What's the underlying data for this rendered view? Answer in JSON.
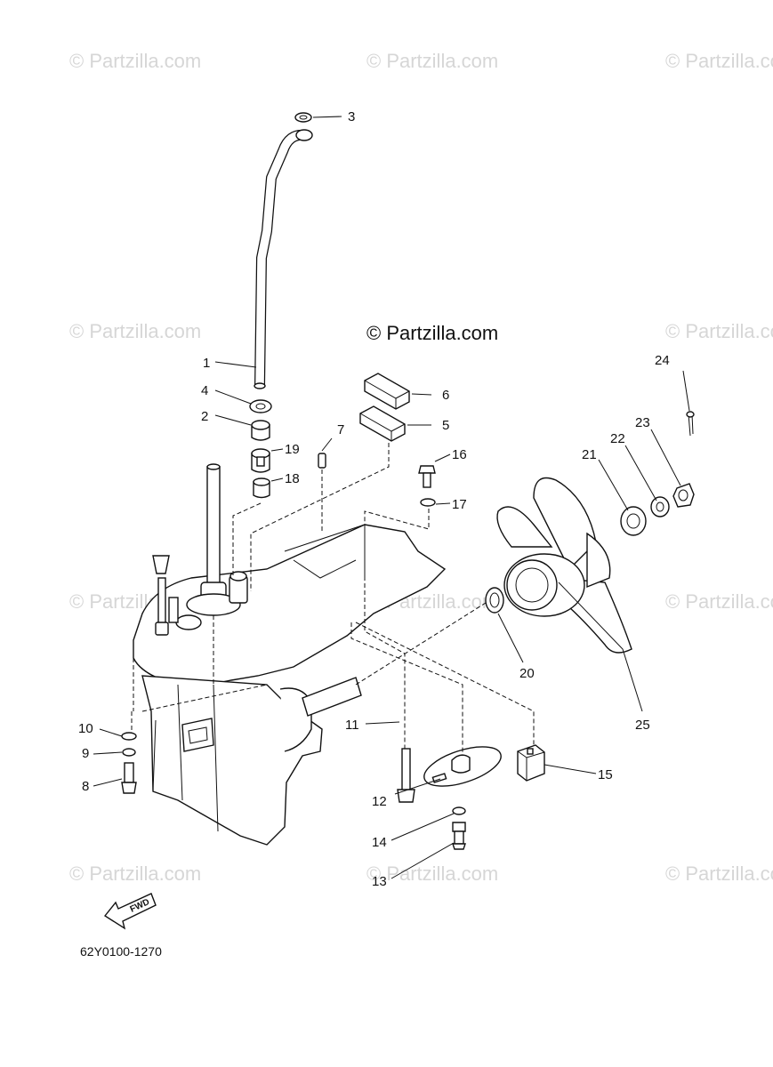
{
  "watermarks": [
    "© Partzilla.com",
    "© Partzilla.com",
    "© Partzilla.com",
    "© Partzilla.com",
    "© Partzilla.com",
    "© Partzilla.com",
    "© Partzilla.com",
    "© Partzilla.com",
    "© Partzilla.com",
    "© Partzilla.com",
    "© Partzilla.com",
    "© Partzilla.com"
  ],
  "copyright": "© Partzilla.com",
  "drawing_code": "62Y0100-1270",
  "fwd_label": "FWD",
  "callouts": [
    "1",
    "2",
    "3",
    "4",
    "5",
    "6",
    "7",
    "8",
    "9",
    "10",
    "11",
    "12",
    "13",
    "14",
    "15",
    "16",
    "17",
    "18",
    "19",
    "20",
    "21",
    "22",
    "23",
    "24",
    "25"
  ]
}
